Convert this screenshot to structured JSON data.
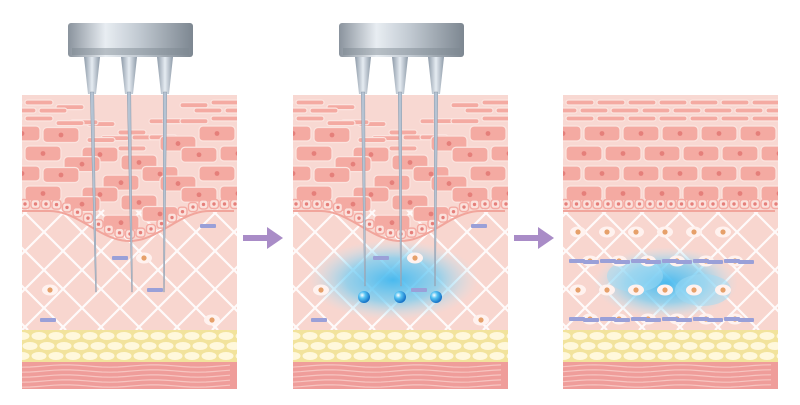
{
  "diagram": {
    "panels": [
      {
        "step": 1,
        "state": "needles-inserted",
        "needles": 3,
        "fluid": false
      },
      {
        "step": 2,
        "state": "fluid-injected",
        "needles": 3,
        "fluid": true,
        "droplets": 3
      },
      {
        "step": 3,
        "state": "skin-recovered",
        "needles": 0,
        "fluid": true
      }
    ],
    "arrows": 2,
    "layers": [
      "epidermis",
      "basal-layer",
      "dermis",
      "fat-layer",
      "muscle-layer"
    ],
    "colors": {
      "background": "#ffffff",
      "skin_base": "#f8d8d2",
      "epidermis_cell": "#f4aaa2",
      "epidermis_border": "#fbe4df",
      "nucleus": "#e57f7a",
      "dermis": "#f8d6cf",
      "fiber": "#ffffff",
      "collagen_dash": "#9aa0d8",
      "fat_bg": "#f2e39c",
      "fat_cell": "#fff8dc",
      "muscle": "#ef9d9a",
      "arrow": "#a98cc7",
      "needle": "#b5c3d3",
      "fluid": "#5cc7f0"
    }
  }
}
